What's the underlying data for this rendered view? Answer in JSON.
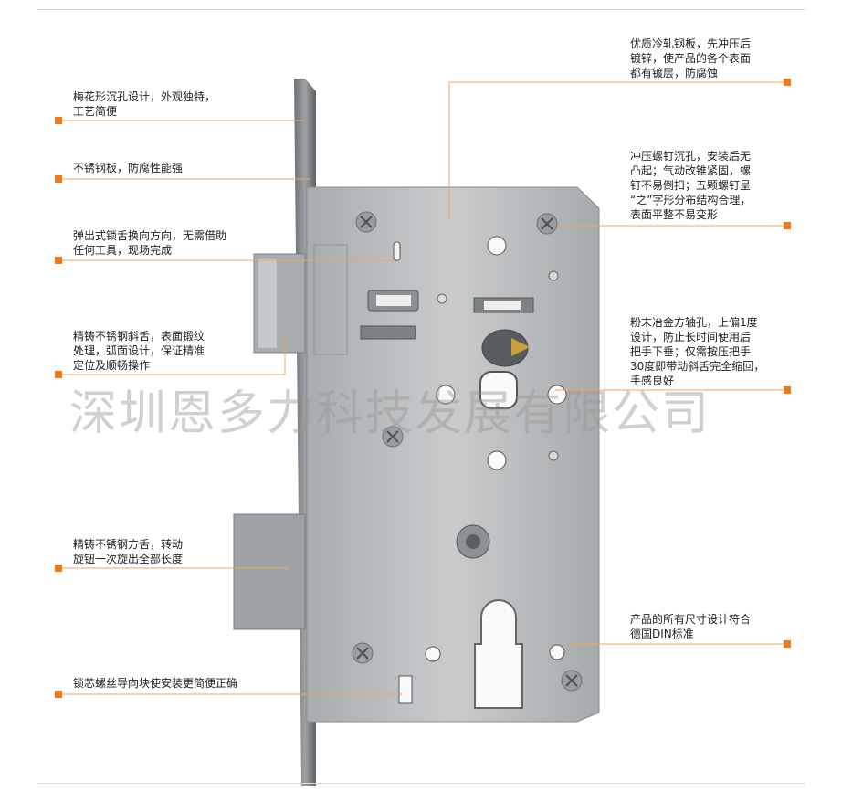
{
  "colors": {
    "accent": "#f07a1a",
    "leader_line": "#f3a35c",
    "plate": "#b9bcbe",
    "plate_dark": "#8f9396"
  },
  "watermark": "深圳恩多力科技发展有限公司",
  "annotations": {
    "left": [
      {
        "text": "梅花形沉孔设计，外观独特，\n工艺简便"
      },
      {
        "text": "不锈钢板，防腐性能强"
      },
      {
        "text": "弹出式锁舌换向方向，无需借助\n任何工具，现场完成"
      },
      {
        "text": "精铸不锈钢斜舌，表面锻纹\n处理，弧面设计，保证精准\n定位及顺畅操作"
      },
      {
        "text": "精铸不锈钢方舌，转动\n旋钮一次旋出全部长度"
      },
      {
        "text": "锁芯螺丝导向块使安装更简便正确"
      }
    ],
    "right": [
      {
        "text": "优质冷轧钢板，先冲压后\n镀锌，使产品的各个表面\n都有镀层，防腐蚀"
      },
      {
        "text": "冲压螺钉沉孔，安装后无\n凸起；气动改锥紧固，螺\n钉不易倒扣；五颗螺钉呈\n“之”字形分布结构合理，\n表面平整不易变形"
      },
      {
        "text": "粉末冶金方轴孔，上偏1度\n设计，防止长时间使用后\n把手下垂；仅需按压把手\n30度即带动斜舌完全缩回，\n手感良好"
      },
      {
        "text": "产品的所有尺寸设计符合\n德国DIN标准"
      }
    ]
  }
}
